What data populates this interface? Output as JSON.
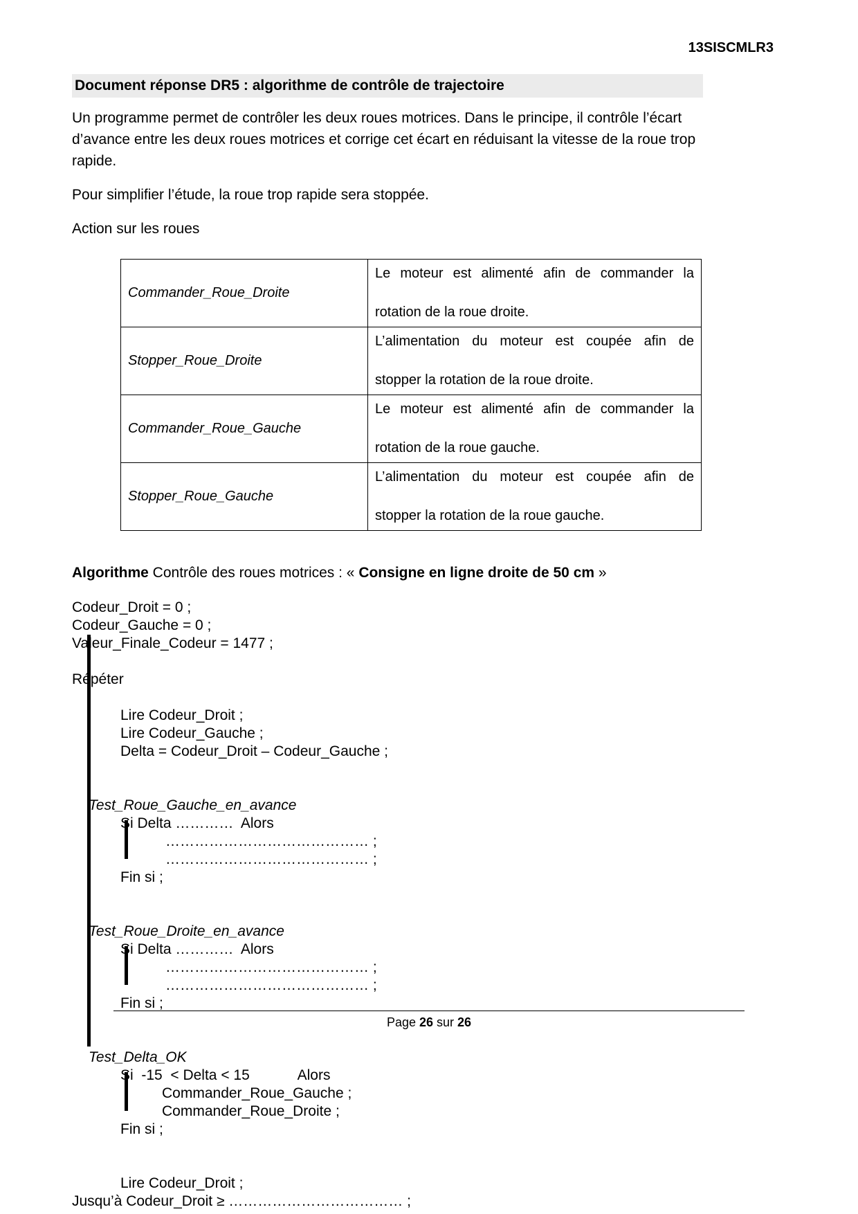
{
  "header": {
    "code": "13SISCMLR3"
  },
  "title": {
    "text": "Document réponse DR5 : algorithme de contrôle de trajectoire",
    "background": "#ebebeb"
  },
  "intro": {
    "paragraph1": "Un programme permet de contrôler les deux roues motrices. Dans le principe, il contrôle l’écart d’avance entre les deux roues motrices et corrige cet écart en réduisant la vitesse de la roue trop rapide.",
    "paragraph2": "Pour simplifier l’étude, la roue trop rapide sera stoppée.",
    "paragraph3": "Action sur les roues"
  },
  "actions_table": {
    "rows": [
      {
        "name": "Commander_Roue_Droite",
        "desc_line1": "Le moteur est alimenté afin de commander la",
        "desc_line2": "rotation de la roue droite."
      },
      {
        "name": "Stopper_Roue_Droite",
        "desc_line1": "L’alimentation du moteur est coupée afin de",
        "desc_line2": "stopper la rotation de la roue droite."
      },
      {
        "name": "Commander_Roue_Gauche",
        "desc_line1": "Le moteur est alimenté afin de commander la",
        "desc_line2": "rotation de la roue gauche."
      },
      {
        "name": "Stopper_Roue_Gauche",
        "desc_line1": "L’alimentation du moteur est coupée afin de",
        "desc_line2": "stopper la rotation de la roue gauche."
      }
    ]
  },
  "algorithm_heading": {
    "label": "Algorithme",
    "middle": " Contrôle des roues motrices : « ",
    "emphasis": "Consigne en ligne droite de 50 cm",
    "closing": " »"
  },
  "algorithm": {
    "init": [
      "Codeur_Droit = 0 ;",
      "Codeur_Gauche = 0 ;",
      "Valeur_Finale_Codeur = 1477 ;"
    ],
    "repeat_keyword": "Répéter",
    "body_reads": [
      "Lire Codeur_Droit ;",
      "Lire Codeur_Gauche ;",
      "Delta = Codeur_Droit – Codeur_Gauche ;"
    ],
    "test_gauche": {
      "label": "Test_Roue_Gauche_en_avance",
      "condition": "Si Delta …………  Alors",
      "blank1": "…………………………………… ;",
      "blank2": "…………………………………… ;",
      "end": "Fin si ;"
    },
    "test_droite": {
      "label": "Test_Roue_Droite_en_avance",
      "condition": "Si Delta …………  Alors",
      "blank1": "…………………………………… ;",
      "blank2": "…………………………………… ;",
      "end": "Fin si ;"
    },
    "test_delta_ok": {
      "label": "Test_Delta_OK",
      "condition": "Si  -15  < Delta < 15            Alors",
      "action1": "Commander_Roue_Gauche ;",
      "action2": "Commander_Roue_Droite ;",
      "end": "Fin si ;"
    },
    "final_read": "Lire Codeur_Droit ;",
    "until_line": "Jusqu’à Codeur_Droit ≥ ……………………………… ;"
  },
  "footer": {
    "prefix": "Page ",
    "current_page": "26",
    "middle": " sur ",
    "total_pages": "26"
  }
}
